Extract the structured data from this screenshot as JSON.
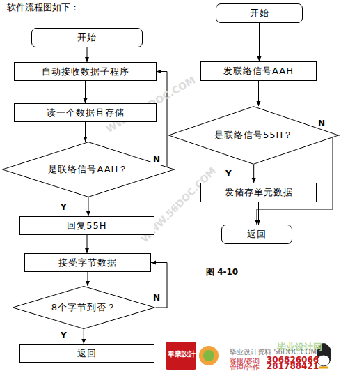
{
  "diagram": {
    "nodes": [
      {
        "text": [
          "开始"
        ]
      },
      {
        "text": [
          "自动接收数据子程序"
        ]
      },
      {
        "text": [
          "读一个数据且存储"
        ]
      },
      {
        "text": [
          "是联络信号AAH？"
        ]
      },
      {
        "text": [
          "回复55H"
        ]
      },
      {
        "text": [
          "接受字节数据"
        ]
      },
      {
        "text": [
          "8个字节到否？"
        ]
      },
      {
        "text": [
          "返回"
        ]
      },
      {
        "text": [
          "开始"
        ]
      },
      {
        "text": [
          "发联络信号AAH"
        ]
      },
      {
        "text": [
          "是联络信号55H？"
        ]
      },
      {
        "text": [
          "发储存单元数据"
        ]
      },
      {
        "text": [
          "返回"
        ]
      }
    ],
    "edges": [
      {
        "from": 0,
        "to": 1,
        "arrow": "to"
      },
      {
        "from": 1,
        "to": 2,
        "arrow": "to"
      },
      {
        "from": 2,
        "to": 3,
        "arrow": "to"
      },
      {
        "from": 3,
        "to": 1,
        "label": "N",
        "arrow": "to"
      },
      {
        "from": 3,
        "to": 4,
        "label": "Y",
        "arrow": "to"
      },
      {
        "from": 4,
        "to": 5,
        "arrow": "to"
      },
      {
        "from": 5,
        "to": 6,
        "arrow": "to"
      },
      {
        "from": 6,
        "to": 5,
        "label": "N",
        "arrow": "to"
      },
      {
        "from": 6,
        "to": 7,
        "label": "Y",
        "arrow": "to"
      },
      {
        "from": 8,
        "to": 9,
        "arrow": "to"
      },
      {
        "from": 9,
        "to": 10,
        "arrow": "to"
      },
      {
        "from": 10,
        "to": 11,
        "label": "Y",
        "arrow": "to"
      },
      {
        "from": 11,
        "to": 12,
        "arrow": "to"
      },
      {
        "from": 10,
        "to": 12,
        "label": "N",
        "arrow": "to"
      }
    ],
    "labels": [
      "软件流程图如下：",
      "图 4-10",
      "WWW.56DOC.COM",
      "WWW.56DOC.COM",
      "毕业设计网",
      "毕业设计资料 56DOC.COM",
      "客服/咨询",
      "306826066",
      "管理/合作",
      "281788421",
      "畢業設計"
    ]
  }
}
